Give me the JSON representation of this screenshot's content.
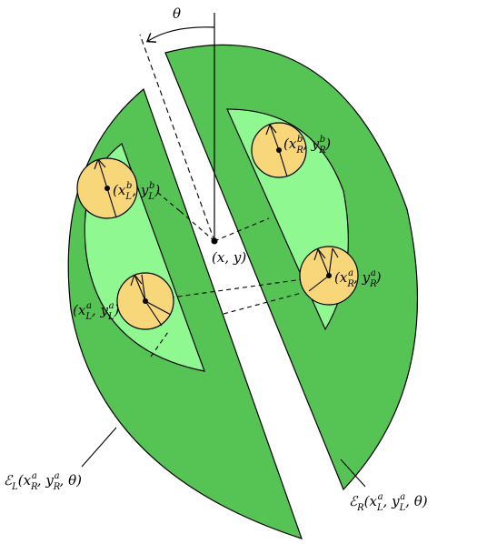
{
  "labels": {
    "theta": "θ",
    "center": "(x, y)",
    "left_b": "(x_L^b, y_L^b)",
    "left_a": "(x_L^a, y_L^a)",
    "right_b": "(x_R^b, y_R^b)",
    "right_a": "(x_R^a, y_R^a)",
    "region_left": "ℰ_L(x_R^a, y_R^a, θ)",
    "region_right": "ℰ_R(x_L^a, y_L^a, θ)"
  },
  "colors": {
    "outer_region": "#55c455",
    "inner_region": "#90f890",
    "disk": "#f7d77a",
    "stroke": "#000000"
  }
}
